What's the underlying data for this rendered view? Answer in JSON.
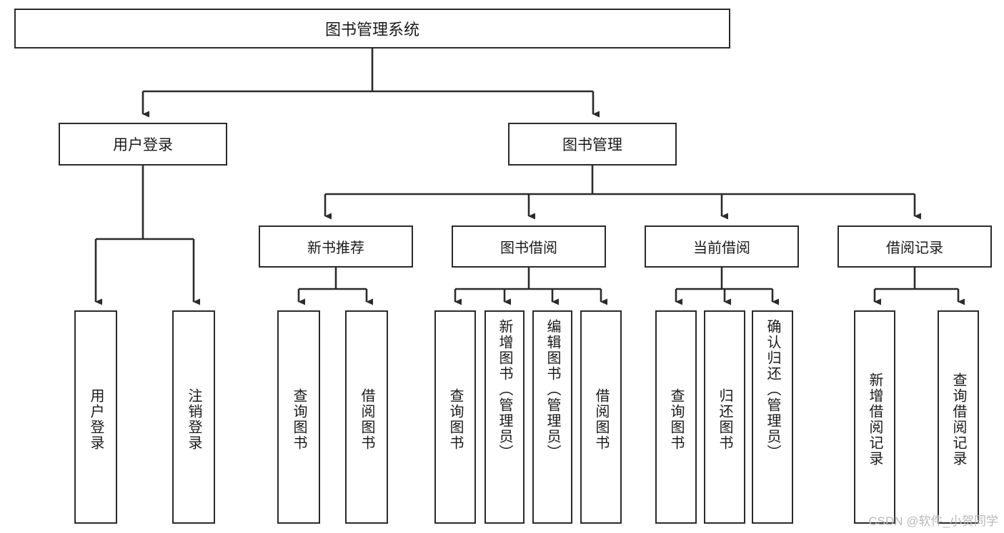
{
  "diagram": {
    "type": "tree",
    "title": "图书管理系统",
    "root": {
      "id": "root",
      "label": "图书管理系统"
    },
    "level2": [
      {
        "id": "user-login",
        "label": "用户登录"
      },
      {
        "id": "book-management",
        "label": "图书管理"
      }
    ],
    "level3": [
      {
        "id": "new-book-recommend",
        "label": "新书推荐",
        "parent": "book-management"
      },
      {
        "id": "book-borrow",
        "label": "图书借阅",
        "parent": "book-management"
      },
      {
        "id": "current-borrow",
        "label": "当前借阅",
        "parent": "book-management"
      },
      {
        "id": "borrow-record",
        "label": "借阅记录",
        "parent": "book-management"
      }
    ],
    "leaves": [
      {
        "id": "leaf-user-login",
        "label": "用户登录",
        "parent": "user-login"
      },
      {
        "id": "leaf-logout-login",
        "label": "注销登录",
        "parent": "user-login"
      },
      {
        "id": "leaf-query-book-1",
        "label": "查询图书",
        "parent": "new-book-recommend"
      },
      {
        "id": "leaf-borrow-book-1",
        "label": "借阅图书",
        "parent": "new-book-recommend"
      },
      {
        "id": "leaf-query-book-2",
        "label": "查询图书",
        "parent": "book-borrow"
      },
      {
        "id": "leaf-add-book",
        "label": "新增图书（管理员）",
        "parent": "book-borrow"
      },
      {
        "id": "leaf-edit-book",
        "label": "编辑图书（管理员）",
        "parent": "book-borrow"
      },
      {
        "id": "leaf-borrow-book-2",
        "label": "借阅图书",
        "parent": "book-borrow"
      },
      {
        "id": "leaf-query-book-3",
        "label": "查询图书",
        "parent": "current-borrow"
      },
      {
        "id": "leaf-return-book",
        "label": "归还图书",
        "parent": "current-borrow"
      },
      {
        "id": "leaf-confirm-return",
        "label": "确认归还（管理员）",
        "parent": "current-borrow"
      },
      {
        "id": "leaf-add-record",
        "label": "新增借阅记录",
        "parent": "borrow-record"
      },
      {
        "id": "leaf-query-record",
        "label": "查询借阅记录",
        "parent": "borrow-record"
      }
    ],
    "watermark": "CSDN @软件_小贺同学",
    "colors": {
      "stroke": "#2b2b2b",
      "text": "#1a1a1a",
      "background": "#ffffff",
      "watermark": "#b9b9b9"
    }
  }
}
